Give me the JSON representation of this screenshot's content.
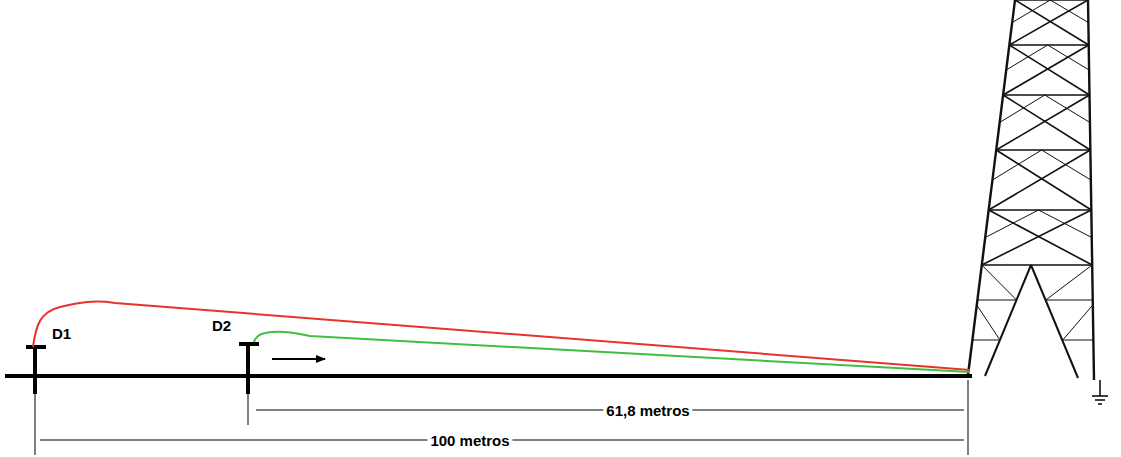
{
  "diagram": {
    "labels": [
      "D1",
      "D2",
      "61,8 metros",
      "100 metros"
    ]
  }
}
